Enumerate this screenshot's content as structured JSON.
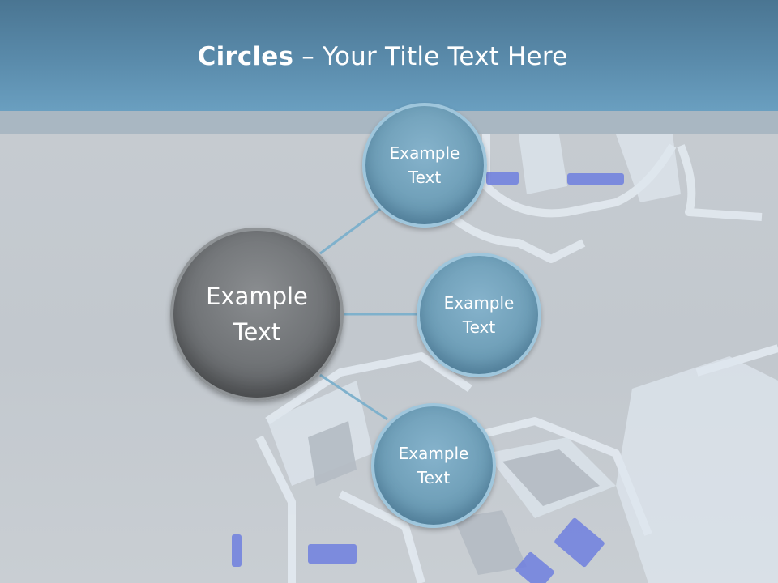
{
  "title": {
    "bold": "Circles",
    "rest": " – Your Title Text Here"
  },
  "center": {
    "label": "Example Text"
  },
  "nodes": [
    {
      "label": "Example Text"
    },
    {
      "label": "Example Text"
    },
    {
      "label": "Example Text"
    }
  ],
  "colors": {
    "header": "#5a8bab",
    "subband": "#a9b7c2",
    "background": "#c5cbd1",
    "node_fill": "#6f9fb8",
    "center_fill": "#6f7275",
    "connector": "#7fb1cc"
  }
}
